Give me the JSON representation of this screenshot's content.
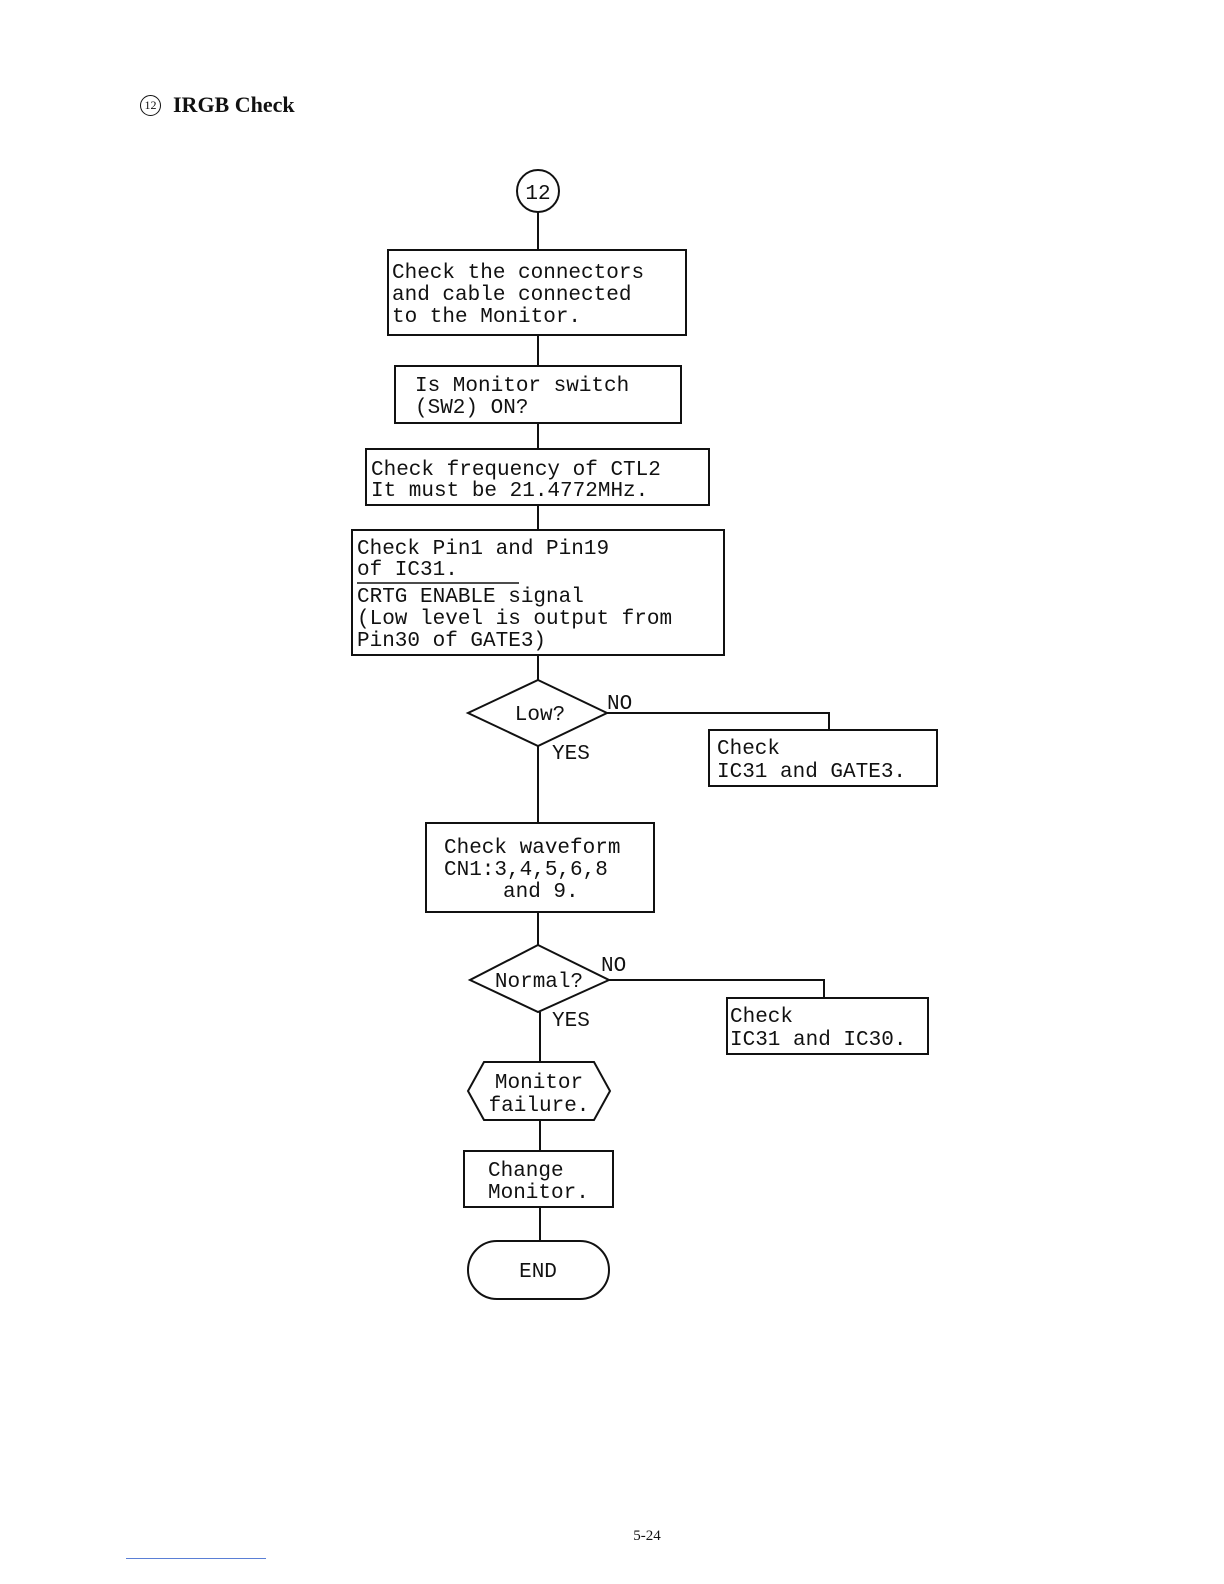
{
  "header": {
    "section_number": "12",
    "title": "IRGB Check"
  },
  "flow": {
    "start_label": "12",
    "step1": [
      "Check the connectors",
      "and cable connected",
      "to the Monitor."
    ],
    "step2": [
      "Is Monitor switch",
      "(SW2) ON?"
    ],
    "step3": [
      "Check frequency of CTL2",
      "It must be 21.4772MHz."
    ],
    "step4": [
      "Check Pin1 and Pin19",
      "of IC31.",
      "CRTG ENABLE signal",
      "(Low level is output from",
      "Pin30 of GATE3)"
    ],
    "decision1": "Low?",
    "decision1_no_action": [
      "Check",
      "IC31 and GATE3."
    ],
    "step5": [
      "Check waveform",
      "CN1:3,4,5,6,8",
      "and 9."
    ],
    "decision2": "Normal?",
    "decision2_no_action": [
      "Check",
      "IC31 and IC30."
    ],
    "result": [
      "Monitor",
      "failure."
    ],
    "action": [
      "Change",
      "Monitor."
    ],
    "end_label": "END",
    "yes_label": "YES",
    "no_label": "NO"
  },
  "footer": {
    "page_number": "5-24"
  }
}
